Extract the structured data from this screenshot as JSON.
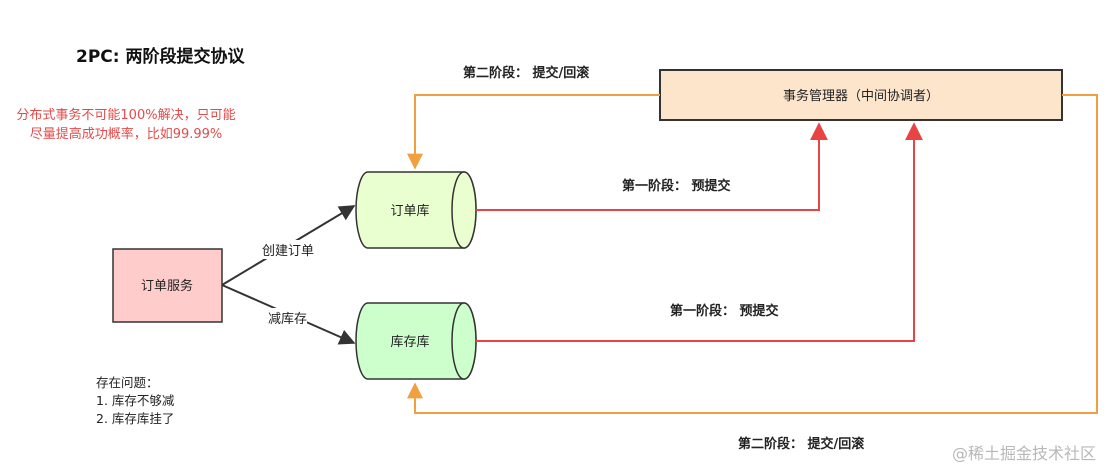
{
  "title": "2PC: 两阶段提交协议",
  "note": [
    "分布式事务不可能100%解决，只可能",
    "尽量提高成功概率，比如99.99%"
  ],
  "nodes": {
    "coordinator": "事务管理器（中间协调者）",
    "order_db": "订单库",
    "stock_db": "库存库",
    "order_service": "订单服务"
  },
  "edges": {
    "create_order": "创建订单",
    "reduce_stock": "减库存",
    "phase1_order": "第一阶段：   预提交",
    "phase1_stock": "第一阶段：   预提交",
    "phase2_top": "第二阶段：   提交/回滚",
    "phase2_bottom": "第二阶段：   提交/回滚"
  },
  "problems": {
    "heading": "存在问题：",
    "items": [
      "1. 库存不够减",
      "2. 库存库挂了"
    ]
  },
  "watermark": "@稀土掘金技术社区",
  "colors": {
    "coordinator_fill": "#fde5cc",
    "order_db_fill": "#eaffcf",
    "stock_db_fill": "#ccffcc",
    "service_fill": "#ffcccc",
    "phase1_arrow": "#e94444",
    "phase2_arrow": "#f0a040",
    "note_text": "#e34b4b"
  }
}
